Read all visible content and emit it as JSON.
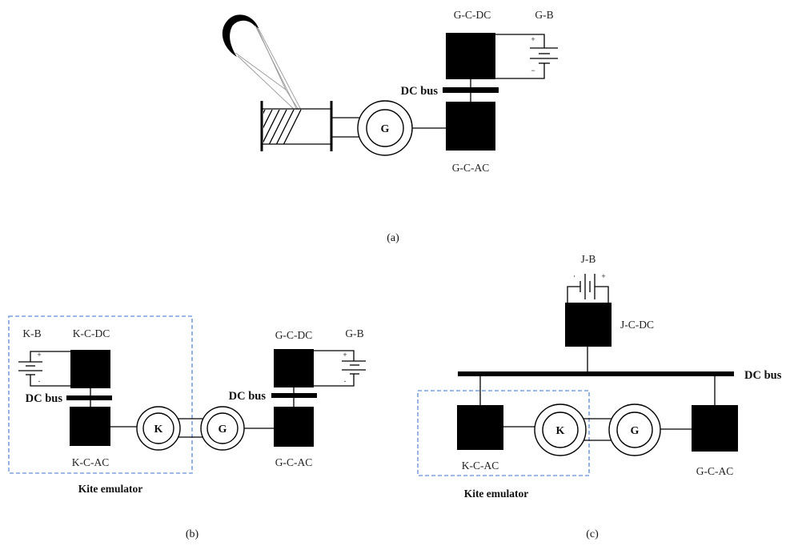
{
  "colors": {
    "line": "#000000",
    "tether": "#9a9a9a",
    "kite_emulator_boundary": "#7ea2e0"
  },
  "panel_a": {
    "caption": "(a)",
    "converter_dc_label": "G-C-DC",
    "battery_label": "G-B",
    "dc_bus_label": "DC bus",
    "converter_ac_label": "G-C-AC",
    "generator_label": "G",
    "battery_plus": "+",
    "battery_minus": "−"
  },
  "panel_b": {
    "caption": "(b)",
    "kite_battery_label": "K-B",
    "kite_converter_dc_label": "K-C-DC",
    "kite_dc_bus_label": "DC bus",
    "kite_converter_ac_label": "K-C-AC",
    "kite_machine_label": "K",
    "kite_emulator_label": "Kite emulator",
    "gen_converter_dc_label": "G-C-DC",
    "gen_battery_label": "G-B",
    "gen_dc_bus_label": "DC bus",
    "gen_converter_ac_label": "G-C-AC",
    "generator_label": "G",
    "battery_plus": "+",
    "battery_minus": "-"
  },
  "panel_c": {
    "caption": "(c)",
    "battery_label": "J-B",
    "converter_dc_label": "J-C-DC",
    "dc_bus_label": "DC bus",
    "kite_converter_ac_label": "K-C-AC",
    "kite_machine_label": "K",
    "generator_label": "G",
    "gen_converter_ac_label": "G-C-AC",
    "kite_emulator_label": "Kite emulator",
    "battery_plus": "+",
    "battery_minus": "-"
  }
}
